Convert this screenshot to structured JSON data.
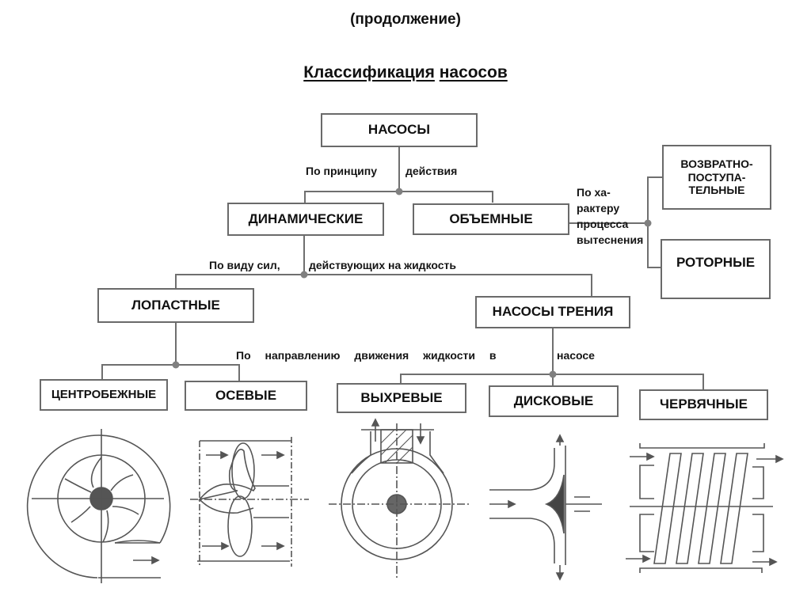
{
  "header": {
    "subtitle": "(продолжение)",
    "title_word1": "Классификация",
    "title_word2": "насосов"
  },
  "nodes": {
    "root": "НАСОСЫ",
    "dynamic": "ДИНАМИЧЕСКИЕ",
    "volumetric": "ОБЪЕМНЫЕ",
    "reciprocating": "ВОЗВРАТНО-\nПОСТУПА-\nТЕЛЬНЫЕ",
    "rotary": "РОТОРНЫЕ",
    "vane": "ЛОПАСТНЫЕ",
    "friction": "НАСОСЫ ТРЕНИЯ",
    "centrifugal": "ЦЕНТРОБЕЖНЫЕ",
    "axial": "ОСЕВЫЕ",
    "vortex": "ВЫХРЕВЫЕ",
    "disc": "ДИСКОВЫЕ",
    "screw": "ЧЕРВЯЧНЫЕ"
  },
  "criteria": {
    "by_principle_a": "По принципу",
    "by_principle_b": "действия",
    "by_displacement": "По ха-\nрактеру\nпроцесса\nвытеснения",
    "by_forces_a": "По виду сил,",
    "by_forces_b": "действующих на жидкость",
    "by_direction_a": "По направлению движения жидкости в",
    "by_direction_b": "насосе"
  },
  "illustrations": [
    "centrifugal-pump-diagram",
    "axial-pump-diagram",
    "vortex-pump-diagram",
    "disc-pump-diagram",
    "screw-pump-diagram"
  ]
}
